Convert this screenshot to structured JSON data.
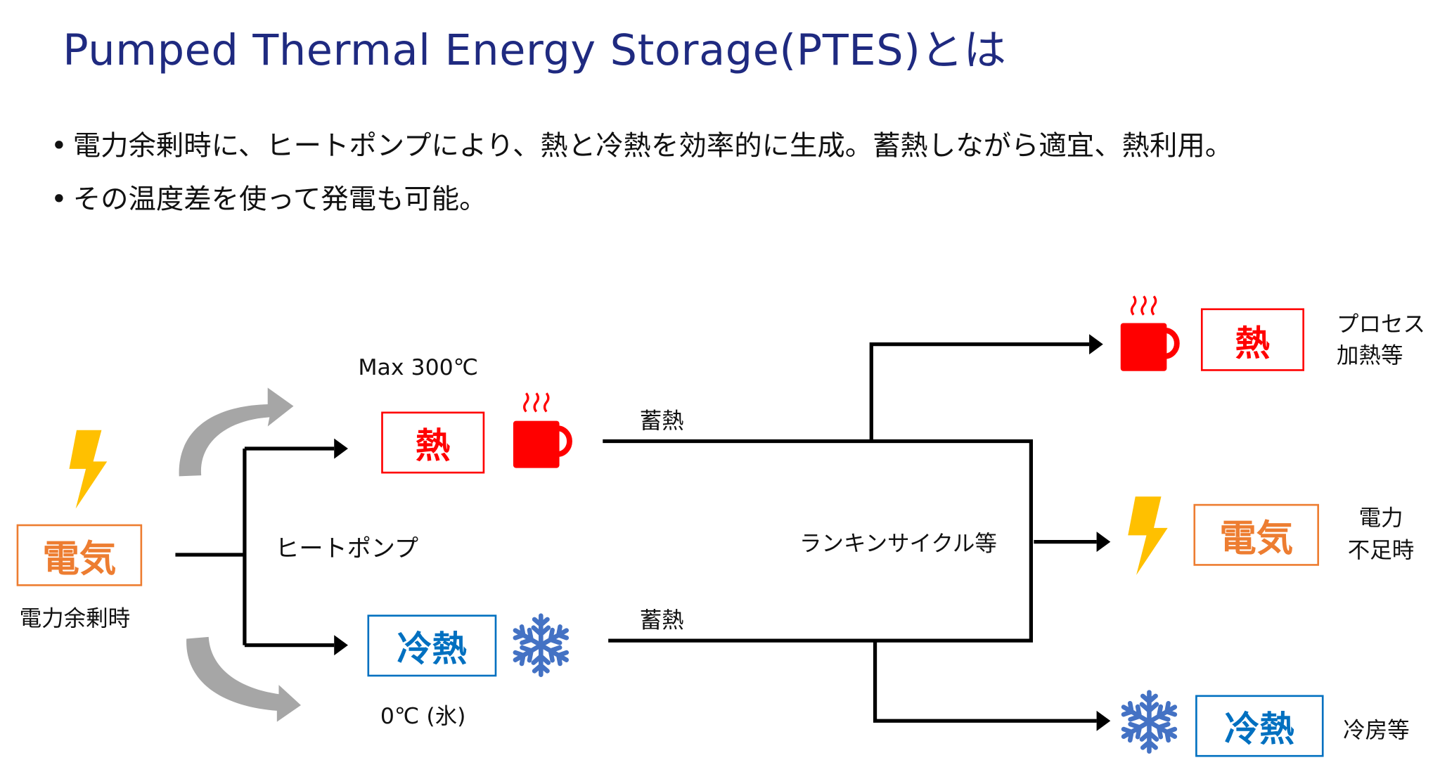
{
  "title": "Pumped Thermal Energy Storage(PTES)とは",
  "bullets": [
    "電力余剰時に、ヒートポンプにより、熱と冷熱を効率的に生成。蓄熱しながら適宜、熱利用。",
    "その温度差を使って発電も可能。"
  ],
  "diagram": {
    "source_box": "電気",
    "source_label": "電力余剰時",
    "heat_pump_label": "ヒートポンプ",
    "heat_box": "熱",
    "heat_temp": "Max 300℃",
    "cold_box": "冷熱",
    "cold_temp": "0℃ (氷)",
    "storage_heat": "蓄熱",
    "storage_cold": "蓄熱",
    "cycle_label": "ランキンサイクル等",
    "outputs": [
      {
        "box": "熱",
        "label_line1": "プロセス",
        "label_line2": "加熱等"
      },
      {
        "box": "電気",
        "label_line1": "電力",
        "label_line2": "不足時"
      },
      {
        "box": "冷熱",
        "label_line1": "冷房等"
      }
    ]
  },
  "colors": {
    "title": "#1F2A80",
    "heat": "#FF0000",
    "electric": "#ED7D31",
    "cold": "#0070C0",
    "bolt": "#FFC000",
    "snow": "#4472C4",
    "arrow_gray": "#A6A6A6"
  }
}
